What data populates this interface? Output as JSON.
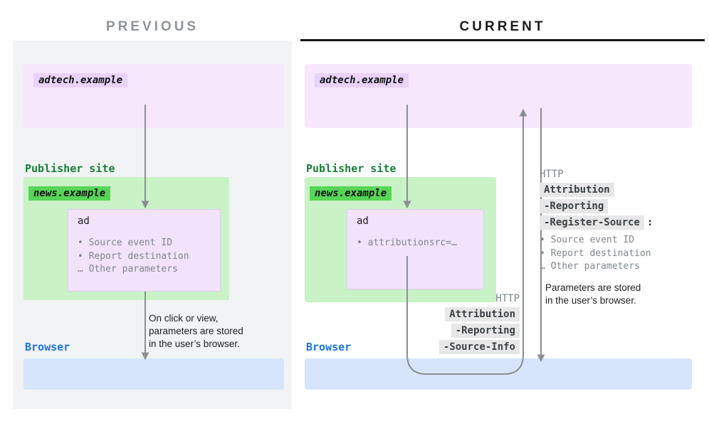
{
  "headers": {
    "previous": "PREVIOUS",
    "current": "CURRENT"
  },
  "previous": {
    "adtech_label": "adtech.example",
    "publisher_label": "Publisher site",
    "news_label": "news.example",
    "ad_label": "ad",
    "ad_params": [
      "• Source event ID",
      "• Report destination",
      "… Other parameters"
    ],
    "note_lines": [
      "On click or view,",
      "parameters are stored",
      "in the user’s browser."
    ],
    "browser_label": "Browser"
  },
  "current": {
    "adtech_label": "adtech.example",
    "publisher_label": "Publisher site",
    "news_label": "news.example",
    "ad_label": "ad",
    "ad_params": [
      "• attributionsrc=…"
    ],
    "response": {
      "protocol": "HTTP",
      "header_parts": [
        "Attribution",
        "-Reporting",
        "-Register-Source"
      ],
      "colon": ":",
      "params": [
        "• Source event ID",
        "• Report destination",
        "… Other parameters"
      ]
    },
    "note_lines": [
      "Parameters are stored",
      "in the user’s browser."
    ],
    "request": {
      "protocol": "HTTP",
      "header_parts": [
        "Attribution",
        "-Reporting",
        "-Source-Info"
      ]
    },
    "browser_label": "Browser"
  },
  "colors": {
    "panel_grey": "#f1f3f4",
    "adtech_purple": "#f6e7fd",
    "adtech_tag_purple": "#e9d2fb",
    "publisher_box_green": "#c9f2c6",
    "news_tag_green": "#56d556",
    "publisher_text_green": "#188038",
    "browser_text_blue": "#1a73e8",
    "browser_box_blue": "#d7e5fc",
    "grey_text": "#80868b",
    "header_highlight_grey": "#e7e7e7",
    "arrow_grey": "#8a8f94"
  }
}
